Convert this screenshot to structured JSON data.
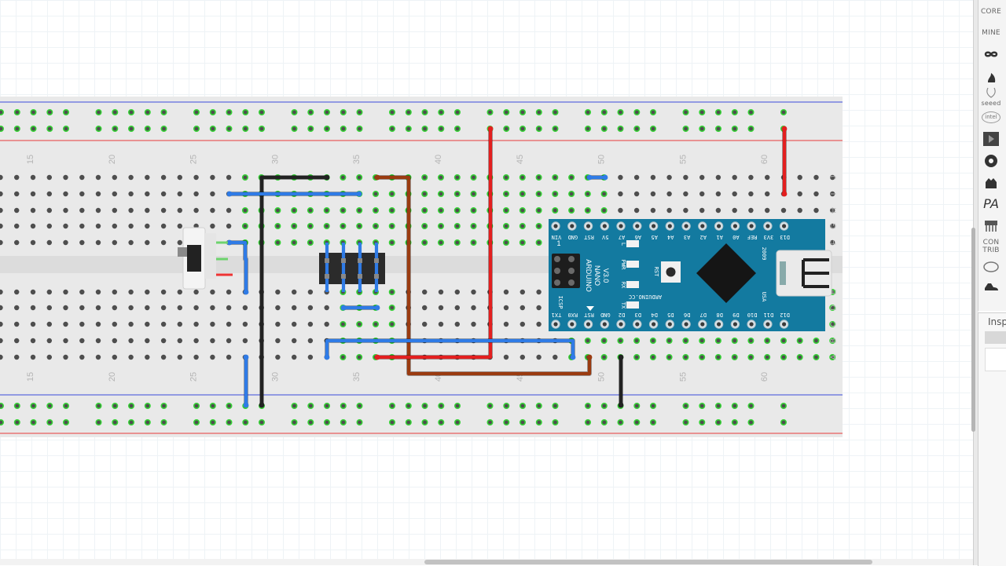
{
  "colors": {
    "board_fill": "#e9e9e9",
    "rail_blue": "#3b4bdc",
    "rail_red": "#e83b3b",
    "hole": "#4e4e4e",
    "hole_active": "#35d135",
    "number_text": "#b4b4b4",
    "wire_black": "#222222",
    "wire_blue": "#2f7be6",
    "wire_red": "#e31f1f",
    "wire_brown": "#9a3b10",
    "nano_blue": "#137aa0"
  },
  "breadboard": {
    "column_numbers_top": [
      "15",
      "20",
      "25",
      "30",
      "35",
      "40",
      "45",
      "50",
      "55",
      "60"
    ],
    "column_numbers_bottom": [
      "15",
      "20",
      "25",
      "30",
      "35",
      "40",
      "45",
      "50",
      "55",
      "60"
    ],
    "row_letters": [
      "J",
      "I",
      "H",
      "G",
      "F",
      "E",
      "D",
      "C",
      "B",
      "A"
    ]
  },
  "components": {
    "slide_switch": {
      "icon": "slide-switch-icon"
    },
    "pin_header": {
      "icon": "header-icon"
    },
    "arduino_nano": {
      "icon": "arduino-nano-icon",
      "top_pin_labels": [
        "VIN",
        "GND",
        "RST",
        "5V",
        "A7",
        "A6",
        "A5",
        "A4",
        "A3",
        "A2",
        "A1",
        "A0",
        "REF",
        "3V3",
        "D13"
      ],
      "bottom_pin_labels": [
        "TX1",
        "RX0",
        "RST",
        "GND",
        "D2",
        "D3",
        "D4",
        "D5",
        "D6",
        "D7",
        "D8",
        "D9",
        "D10",
        "D11",
        "D12"
      ],
      "title_lines": [
        "ARDUINO",
        "NANO",
        "V3.0"
      ],
      "website": "ARDUINO.CC",
      "year": "2009",
      "country": "USA",
      "led_labels": [
        "L",
        "PWR",
        "RX",
        "TX"
      ],
      "reset_label": "RST",
      "icsp_label": "ICSP",
      "pin1_label": "1"
    }
  },
  "parts_bin": {
    "items": [
      {
        "label": "CORE",
        "icon": "core-bin-icon"
      },
      {
        "label": "MINE",
        "icon": "mine-bin-icon"
      },
      {
        "label": "",
        "icon": "arduino-infinity-icon"
      },
      {
        "label": "",
        "icon": "sparkfun-flame-icon"
      },
      {
        "label": "seeed",
        "icon": "seeed-icon"
      },
      {
        "label": "intel",
        "icon": "intel-icon"
      },
      {
        "label": "",
        "icon": "play-icon"
      },
      {
        "label": "",
        "icon": "snootlab-icon"
      },
      {
        "label": "",
        "icon": "lilypad-icon"
      },
      {
        "label": "PA",
        "icon": "pa-icon"
      },
      {
        "label": "",
        "icon": "parts-bin-icon"
      },
      {
        "label": "CON TRIB",
        "icon": "contrib-icon"
      },
      {
        "label": "",
        "icon": "tool-icon"
      },
      {
        "label": "",
        "icon": "shoe-icon"
      }
    ]
  },
  "inspector": {
    "title": "Insp"
  }
}
